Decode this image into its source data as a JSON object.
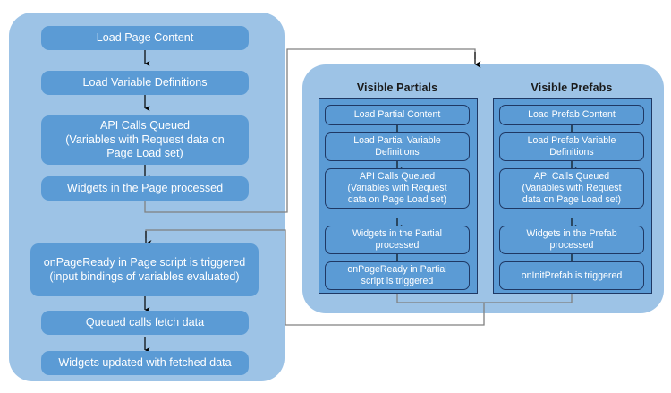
{
  "diagram": {
    "title": "Page / Partial / Prefab load lifecycle flowchart",
    "colors": {
      "panel_fill": "#9dc3e6",
      "box_fill": "#5b9bd5",
      "box_border": "#1f3864",
      "box_text": "#ffffff",
      "connector": "#808080",
      "arrow": "#000000",
      "background": "#ffffff"
    }
  },
  "page_flow": {
    "steps": [
      {
        "id": "load-page-content",
        "text": "Load Page Content"
      },
      {
        "id": "load-variable-defs",
        "text": "Load Variable Definitions"
      },
      {
        "id": "api-calls-queued",
        "line1": "API Calls Queued",
        "line2": "(Variables with Request data on",
        "line3": "Page Load set)"
      },
      {
        "id": "widgets-page-processed",
        "text": "Widgets in the Page processed"
      },
      {
        "id": "onpageready-page",
        "line1": "onPageReady in Page script is triggered",
        "line2": "(input bindings of variables evaluated)"
      },
      {
        "id": "queued-calls-fetch",
        "text": "Queued calls fetch data"
      },
      {
        "id": "widgets-updated",
        "text": "Widgets updated with fetched data"
      }
    ]
  },
  "partials": {
    "title": "Visible Partials",
    "steps": [
      {
        "id": "load-partial-content",
        "text": "Load Partial Content"
      },
      {
        "id": "load-partial-var-defs",
        "line1": "Load Partial Variable",
        "line2": "Definitions"
      },
      {
        "id": "partial-api-calls-queued",
        "line1": "API Calls Queued",
        "line2": "(Variables with Request",
        "line3": "data on Page Load set)"
      },
      {
        "id": "widgets-partial-processed",
        "line1": "Widgets in the Partial",
        "line2": "processed"
      },
      {
        "id": "onpageready-partial",
        "line1": "onPageReady in Partial",
        "line2": "script  is triggered"
      }
    ]
  },
  "prefabs": {
    "title": "Visible Prefabs",
    "steps": [
      {
        "id": "load-prefab-content",
        "text": "Load Prefab Content"
      },
      {
        "id": "load-prefab-var-defs",
        "line1": "Load Prefab Variable",
        "line2": "Definitions"
      },
      {
        "id": "prefab-api-calls-queued",
        "line1": "API Calls Queued",
        "line2": "(Variables with Request",
        "line3": "data on Page Load set)"
      },
      {
        "id": "widgets-prefab-processed",
        "line1": "Widgets in the Prefab",
        "line2": "processed"
      },
      {
        "id": "oninitprefab",
        "text": "onInitPrefab is triggered"
      }
    ]
  }
}
